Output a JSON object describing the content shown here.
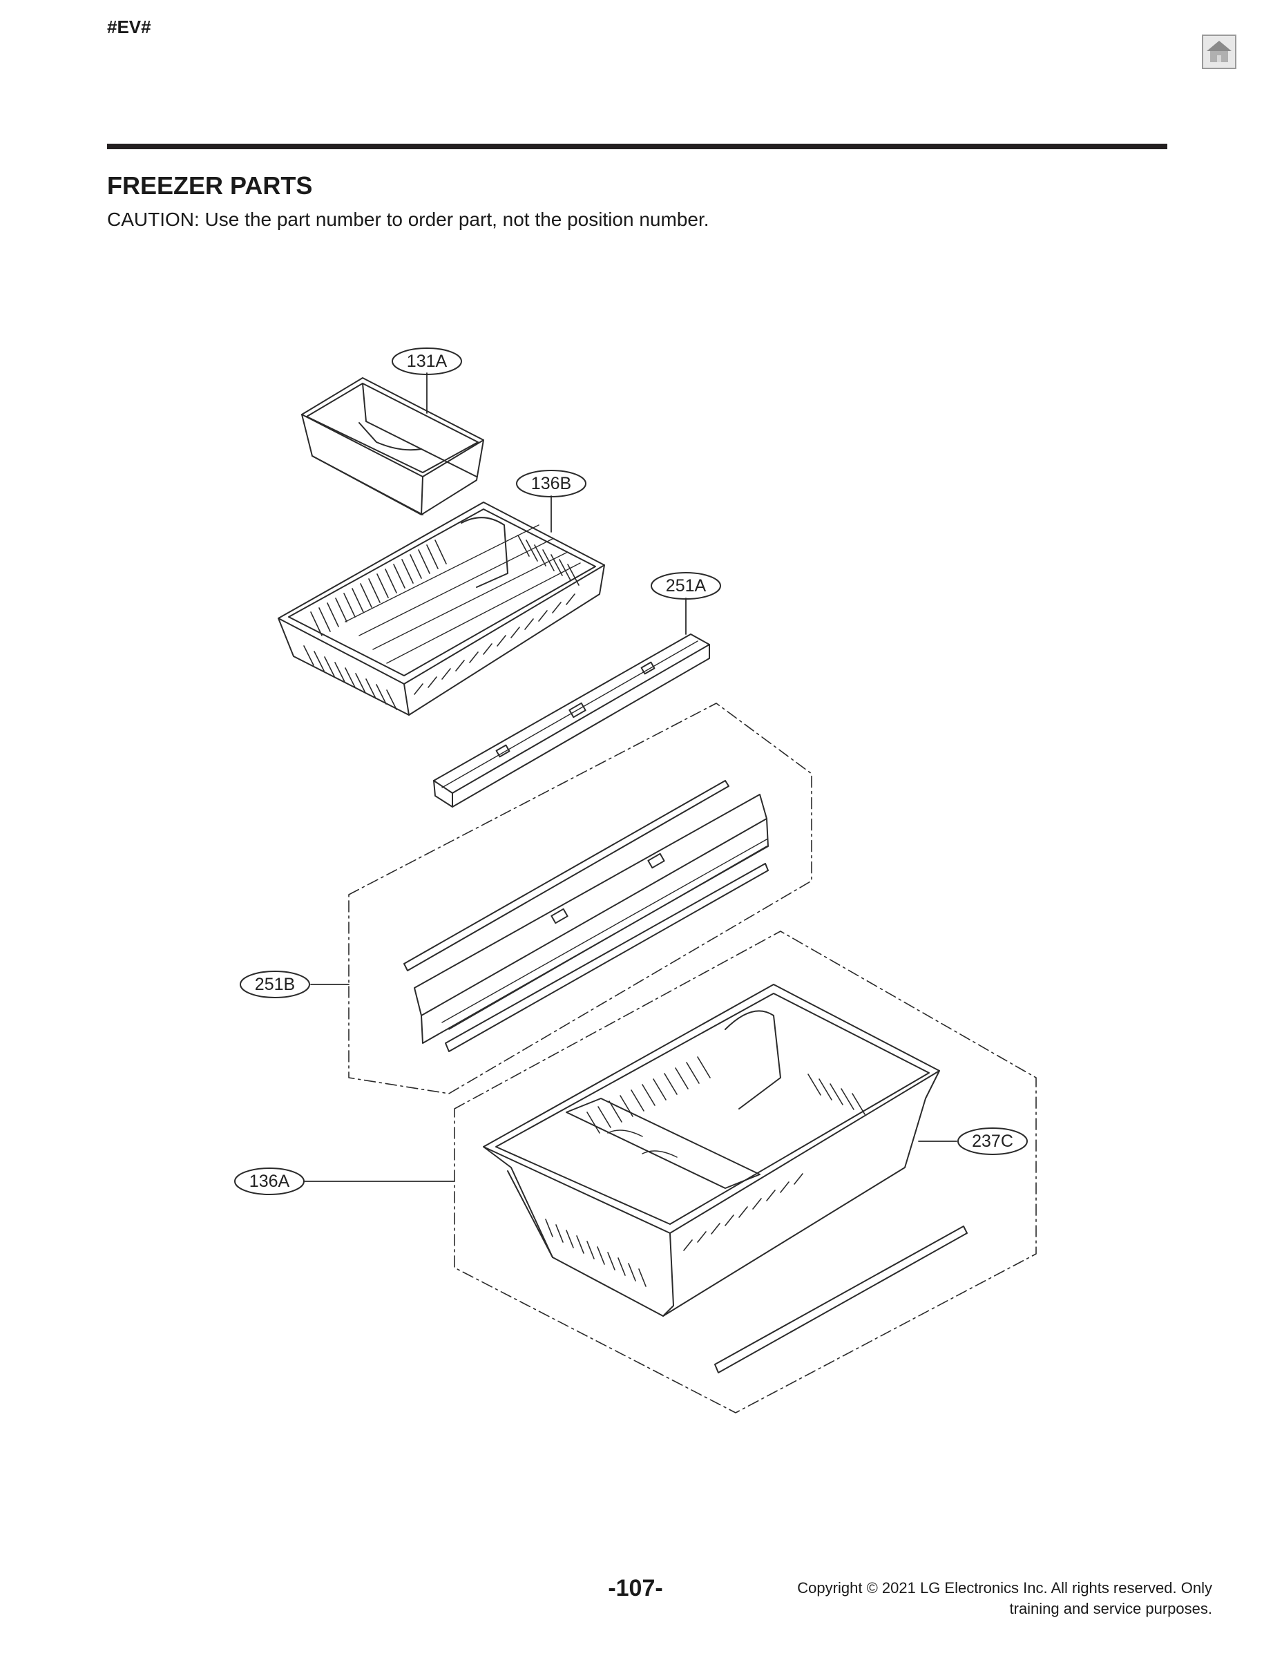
{
  "header": {
    "doc_id": "#EV#",
    "section_title": "FREEZER PARTS",
    "caution": "CAUTION: Use the part number to order part, not the position number."
  },
  "home_icon": "home-icon",
  "callouts": [
    {
      "id": "131A",
      "label": "131A"
    },
    {
      "id": "136B",
      "label": "136B"
    },
    {
      "id": "251A",
      "label": "251A"
    },
    {
      "id": "251B",
      "label": "251B"
    },
    {
      "id": "237C",
      "label": "237C"
    },
    {
      "id": "136A",
      "label": "136A"
    }
  ],
  "footer": {
    "page_number": "-107-",
    "copyright_line1": "Copyright © 2021 LG Electronics Inc. All rights reserved. Only",
    "copyright_line2": "training and service purposes."
  }
}
